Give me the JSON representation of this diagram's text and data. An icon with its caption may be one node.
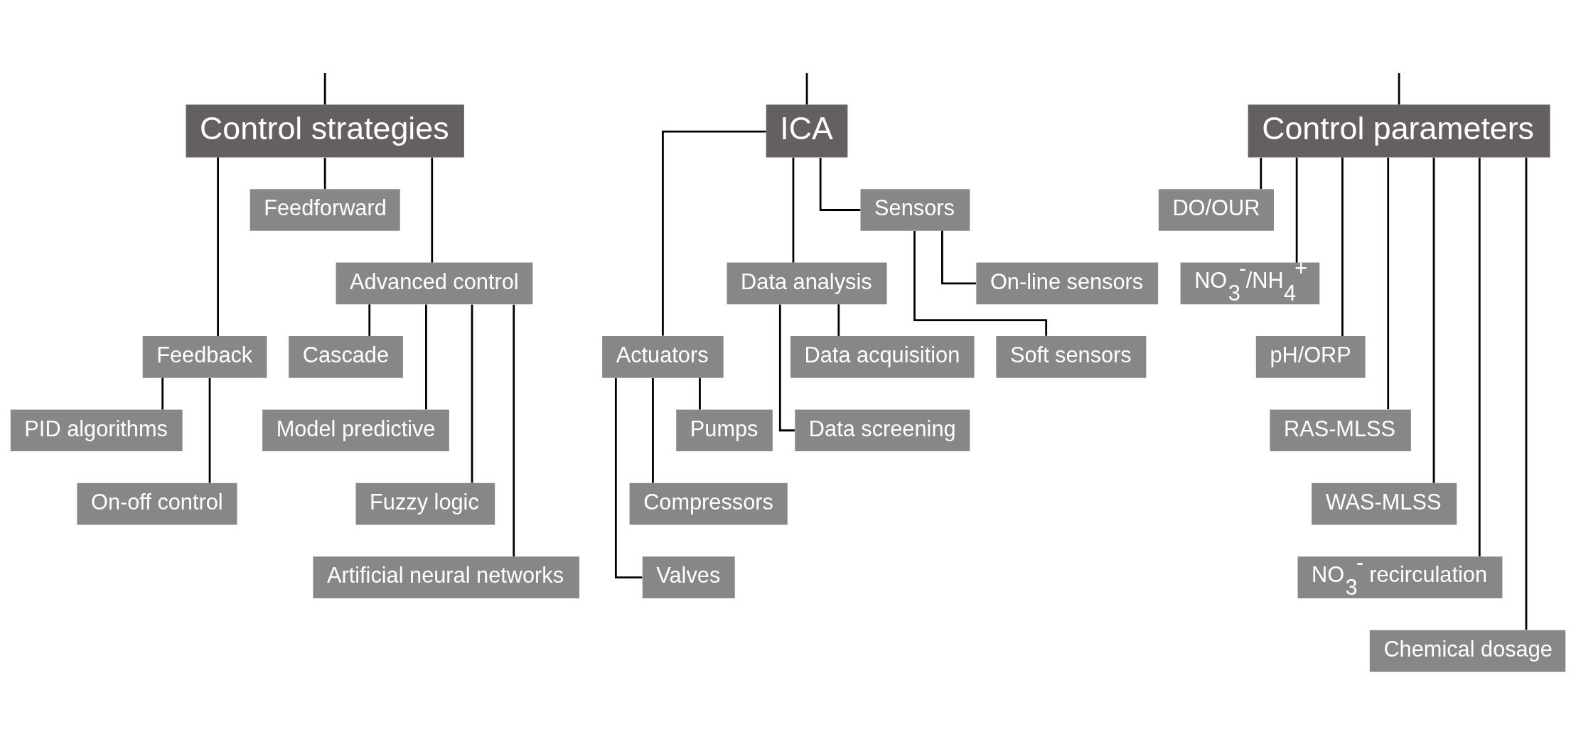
{
  "diagram": {
    "nodes": [
      {
        "text": [
          "Control strategies"
        ]
      },
      {
        "text": [
          "ICA"
        ]
      },
      {
        "text": [
          "Control parameters"
        ]
      },
      {
        "text": [
          "Feedforward"
        ]
      },
      {
        "text": [
          "Advanced control"
        ]
      },
      {
        "text": [
          "Feedback"
        ]
      },
      {
        "text": [
          "PID algorithms"
        ]
      },
      {
        "text": [
          "On-off control"
        ]
      },
      {
        "text": [
          "Cascade"
        ]
      },
      {
        "text": [
          "Model predictive"
        ]
      },
      {
        "text": [
          "Fuzzy logic"
        ]
      },
      {
        "text": [
          "Artificial neural networks"
        ]
      },
      {
        "text": [
          "Sensors"
        ]
      },
      {
        "text": [
          "Data analysis"
        ]
      },
      {
        "text": [
          "Actuators"
        ]
      },
      {
        "text": [
          "On-line sensors"
        ]
      },
      {
        "text": [
          "Soft sensors"
        ]
      },
      {
        "text": [
          "Data acquisition"
        ]
      },
      {
        "text": [
          "Data screening"
        ]
      },
      {
        "text": [
          "Pumps"
        ]
      },
      {
        "text": [
          "Compressors"
        ]
      },
      {
        "text": [
          "Valves"
        ]
      },
      {
        "text": [
          "DO/OUR"
        ]
      },
      {
        "text": [
          "NO$_{3}$$^{-}$/NH$_{4}$$^{+}$"
        ]
      },
      {
        "text": [
          "pH/ORP"
        ]
      },
      {
        "text": [
          "RAS-MLSS"
        ]
      },
      {
        "text": [
          "WAS-MLSS"
        ]
      },
      {
        "text": [
          "NO$_{3}$$^{-}$ recirculation"
        ]
      },
      {
        "text": [
          "Chemical dosage"
        ]
      }
    ],
    "edges": [
      {
        "from": null,
        "to": 0,
        "arrow": "none"
      },
      {
        "from": null,
        "to": 1,
        "arrow": "none"
      },
      {
        "from": null,
        "to": 2,
        "arrow": "none"
      },
      {
        "from": 0,
        "to": 3,
        "arrow": "none"
      },
      {
        "from": 0,
        "to": 4,
        "arrow": "none"
      },
      {
        "from": 0,
        "to": 5,
        "arrow": "none"
      },
      {
        "from": 5,
        "to": 6,
        "arrow": "none"
      },
      {
        "from": 5,
        "to": 7,
        "arrow": "none"
      },
      {
        "from": 4,
        "to": 8,
        "arrow": "none"
      },
      {
        "from": 4,
        "to": 9,
        "arrow": "none"
      },
      {
        "from": 4,
        "to": 10,
        "arrow": "none"
      },
      {
        "from": 4,
        "to": 11,
        "arrow": "none"
      },
      {
        "from": 1,
        "to": 12,
        "arrow": "none"
      },
      {
        "from": 1,
        "to": 13,
        "arrow": "none"
      },
      {
        "from": 1,
        "to": 14,
        "arrow": "none"
      },
      {
        "from": 12,
        "to": 15,
        "arrow": "none"
      },
      {
        "from": 12,
        "to": 16,
        "arrow": "none"
      },
      {
        "from": 13,
        "to": 17,
        "arrow": "none"
      },
      {
        "from": 13,
        "to": 18,
        "arrow": "none"
      },
      {
        "from": 14,
        "to": 19,
        "arrow": "none"
      },
      {
        "from": 14,
        "to": 20,
        "arrow": "none"
      },
      {
        "from": 14,
        "to": 21,
        "arrow": "none"
      },
      {
        "from": 2,
        "to": 22,
        "arrow": "none"
      },
      {
        "from": 2,
        "to": 23,
        "arrow": "none"
      },
      {
        "from": 2,
        "to": 24,
        "arrow": "none"
      },
      {
        "from": 2,
        "to": 25,
        "arrow": "none"
      },
      {
        "from": 2,
        "to": 26,
        "arrow": "none"
      },
      {
        "from": 2,
        "to": 27,
        "arrow": "none"
      },
      {
        "from": 2,
        "to": 28,
        "arrow": "none"
      }
    ]
  }
}
